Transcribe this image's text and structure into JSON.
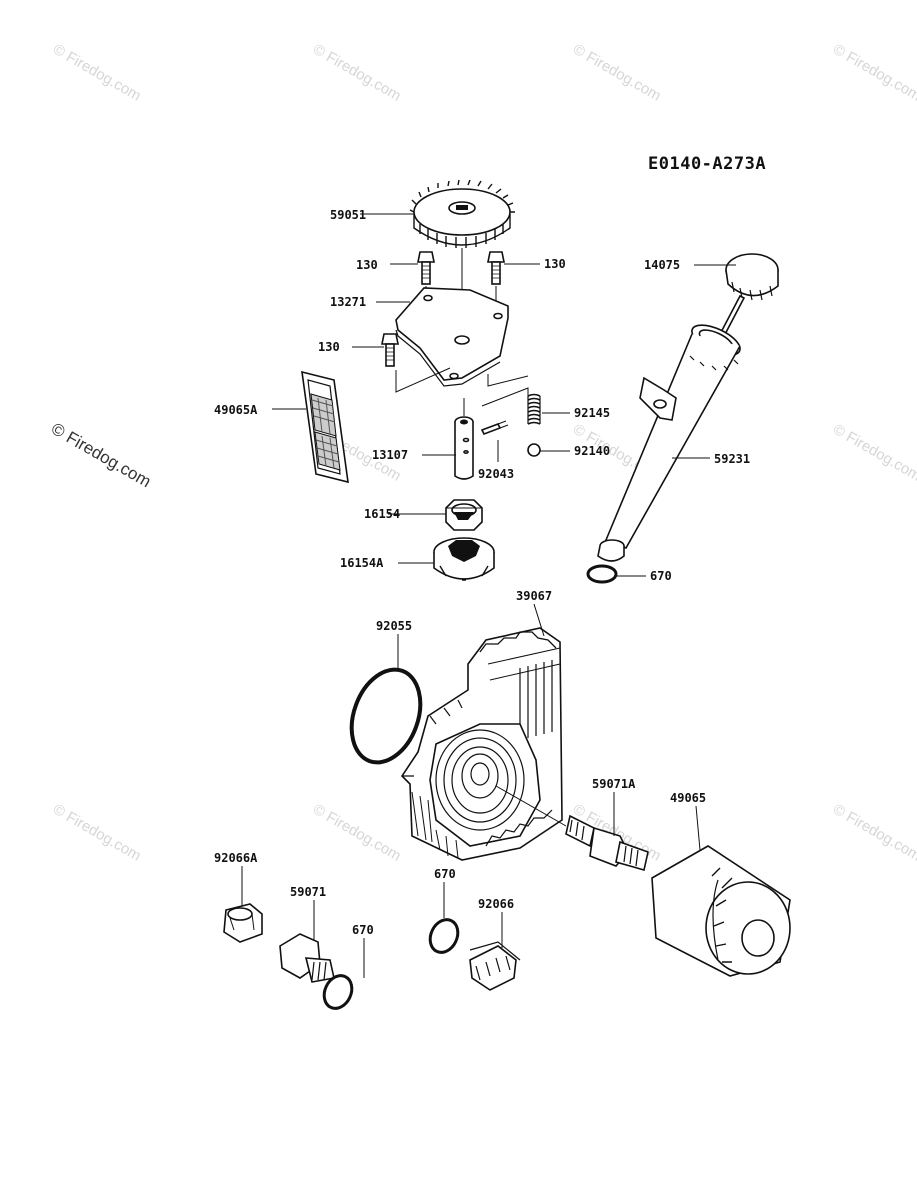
{
  "drawing_code": "E0140-A273A",
  "watermark": {
    "text": "© Firedog.com"
  },
  "part_labels": {
    "p59051": "59051",
    "p130_left": "130",
    "p130_right": "130",
    "p130_lower": "130",
    "p13271": "13271",
    "p49065A": "49065A",
    "p13107": "13107",
    "p92043": "92043",
    "p92145": "92145",
    "p92140": "92140",
    "p16154": "16154",
    "p16154A": "16154A",
    "p14075": "14075",
    "p59231": "59231",
    "p670_top": "670",
    "p39067": "39067",
    "p92055": "92055",
    "p59071A": "59071A",
    "p49065": "49065",
    "p92066A": "92066A",
    "p59071": "59071",
    "p670_mid": "670",
    "p670_left": "670",
    "p92066": "92066"
  }
}
